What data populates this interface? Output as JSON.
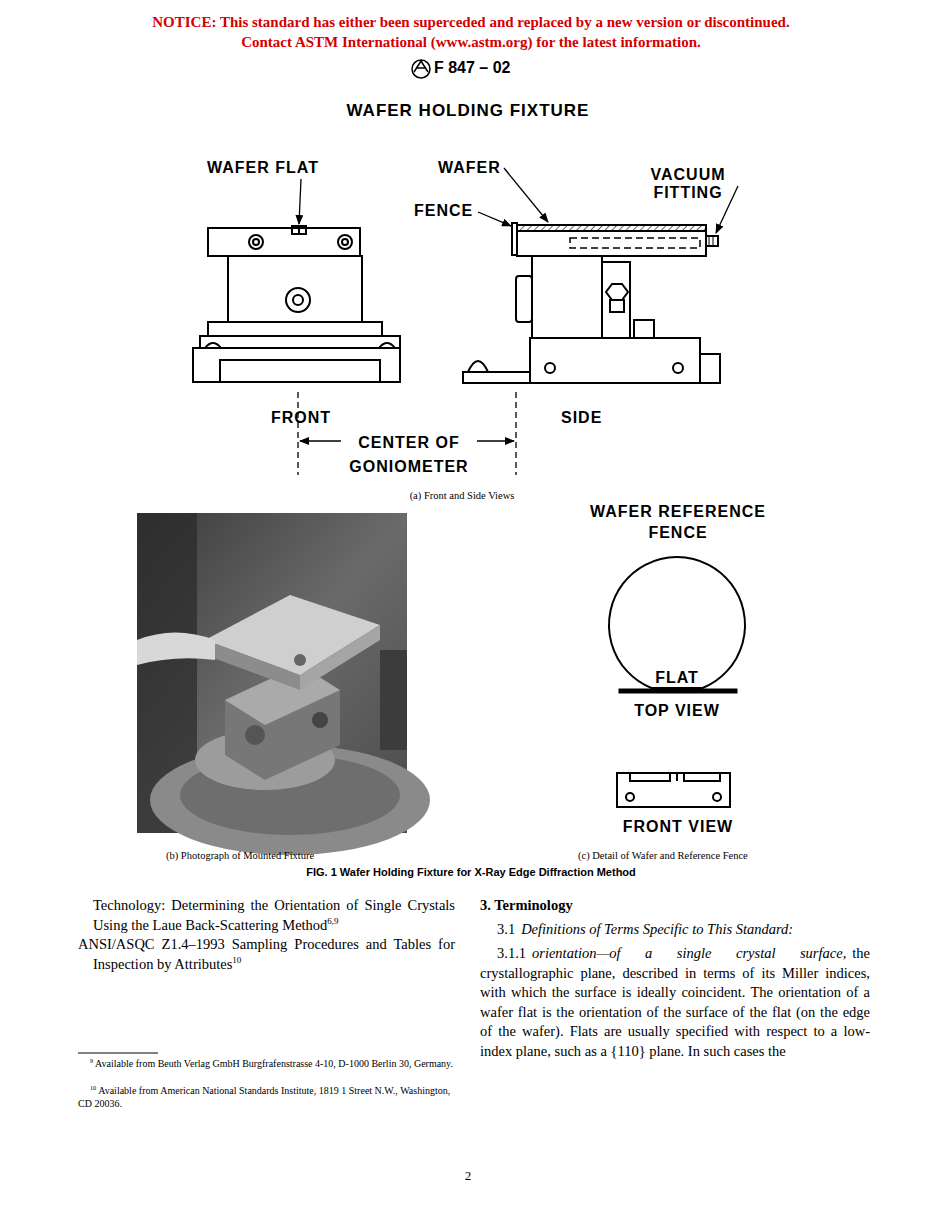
{
  "diagram": {
    "title": "WAFER HOLDING FIXTURE",
    "caption": "FIG. 1 Wafer Holding Fixture for X-Ray Edge Diffraction Method",
    "labels": [
      "NOTICE: This standard has either been superceded and replaced by a new version or discontinued.",
      "Contact ASTM International (www.astm.org) for the latest information.",
      "F 847 – 02",
      "WAFER FLAT",
      "WAFER",
      "VACUUM FITTING",
      "FENCE",
      "FRONT",
      "SIDE",
      "CENTER OF GONIOMETER",
      "(a) Front and Side Views",
      "WAFER REFERENCE FENCE",
      "FLAT",
      "TOP VIEW",
      "FRONT VIEW",
      "(b) Photograph of Mounted Fixture",
      "(c) Detail of Wafer and Reference Fence",
      "Technology: Determining the Orientation of Single Crystals Using the Laue Back-Scattering Method",
      "6,9",
      "ANSI/ASQC Z1.4–1993 Sampling Procedures and Tables for Inspection by Attributes",
      "10",
      "9",
      "Available from Beuth Verlag GmbH Burgfrafenstrasse 4-10, D-1000 Berlin 30, Germany.",
      "10",
      "Available from American National Standards Institute, 1819 1 Street N.W., Washington, CD 20036.",
      "3. Terminology",
      "3.1",
      "Definitions of Terms Specific to This Standard:",
      "3.1.1",
      "orientation—of a single crystal surface,",
      "the crystallographic plane, described in terms of its Miller indices, with which the surface is ideally coincident. The orientation of a wafer flat is the orientation of the surface of the flat (on the edge of the wafer). Flats are usually specified with respect to a low-index plane, such as a {110} plane. In such cases the",
      "2"
    ]
  }
}
